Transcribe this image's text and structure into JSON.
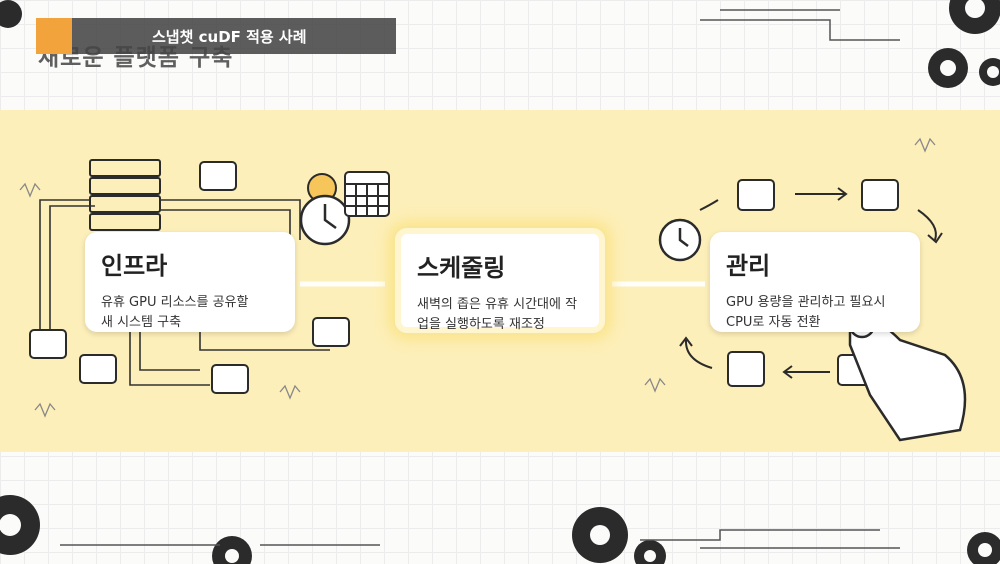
{
  "header": {
    "badge_title": "스냅챗 cuDF 적용 사례",
    "ghost_title": "새로운 플랫폼 구축"
  },
  "cards": {
    "infra": {
      "title": "인프라",
      "desc_line1": "유휴 GPU 리소스를 공유할",
      "desc_line2": "새 시스템 구축"
    },
    "scheduling": {
      "title": "스케줄링",
      "desc_line1": "새벽의 좁은 유휴 시간대에 작",
      "desc_line2": "업을 실행하도록 재조정"
    },
    "management": {
      "title": "관리",
      "desc_line1": "GPU 용량을 관리하고 필요시",
      "desc_line2": "CPU로 자동 전환"
    }
  },
  "colors": {
    "band": "#fdefb9",
    "accent": "#f2a33c",
    "badge_bg": "#464646"
  },
  "icons": [
    "gear-icon",
    "server-icon",
    "chip-icon",
    "clock-icon",
    "sun-icon",
    "calendar-icon",
    "alarm-clock-icon",
    "hand-pointer-icon",
    "cycle-arrow-icon"
  ]
}
